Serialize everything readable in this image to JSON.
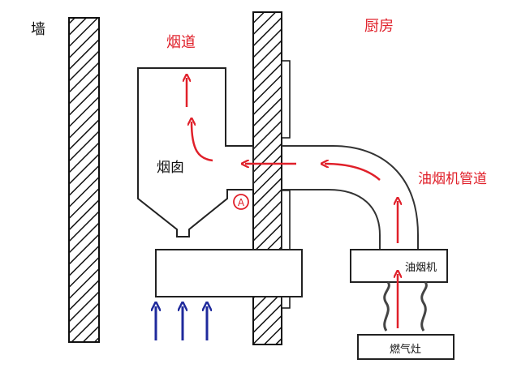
{
  "labels": {
    "wall": "墙",
    "flue": "烟道",
    "kitchen": "厨房",
    "chimney": "烟囱",
    "hood_duct": "油烟机管道",
    "hood": "油烟机",
    "stove": "燃气灶",
    "point_a": "A"
  },
  "colors": {
    "flow_arrow": "#e0202a",
    "air_arrow": "#1f2a9c",
    "outline": "#222222",
    "label_red": "#e0202a"
  }
}
